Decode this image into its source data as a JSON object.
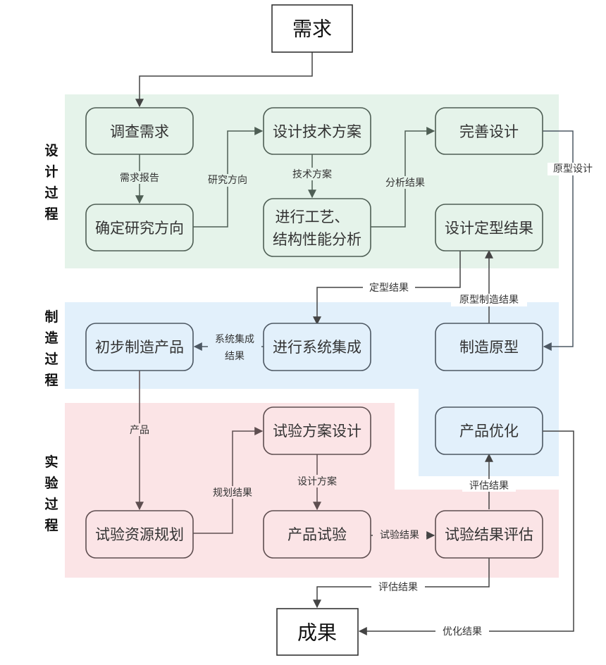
{
  "title": "产品研发流程图",
  "lanes": [
    {
      "id": "design",
      "label": [
        "设",
        "计",
        "过",
        "程"
      ],
      "color": "#e5f3ea"
    },
    {
      "id": "manufacturing",
      "label": [
        "制",
        "造",
        "过",
        "程"
      ],
      "color": "#e2f0fb"
    },
    {
      "id": "testing",
      "label": [
        "实",
        "验",
        "过",
        "程"
      ],
      "color": "#fbe4e6"
    }
  ],
  "terminals": {
    "start": "需求",
    "end": "成果"
  },
  "nodes": {
    "survey": "调查需求",
    "direction": "确定研究方向",
    "tech_plan": "设计技术方案",
    "analysis_1": "进行工艺、",
    "analysis_2": "结构性能分析",
    "refine": "完善设计",
    "finalize": "设计定型结果",
    "initial_mfg": "初步制造产品",
    "integration": "进行系统集成",
    "prototype": "制造原型",
    "optimize": "产品优化",
    "resource_plan": "试验资源规划",
    "test_design": "试验方案设计",
    "product_test": "产品试验",
    "evaluate": "试验结果评估"
  },
  "edges": {
    "req_report": "需求报告",
    "research_dir": "研究方向",
    "tech_scheme": "技术方案",
    "analysis_result": "分析结果",
    "proto_design": "原型设计",
    "final_result": "定型结果",
    "proto_mfg_result": "原型制造结果",
    "integration_result_1": "系统集成",
    "integration_result_2": "结果",
    "product": "产品",
    "plan_result": "规划结果",
    "design_scheme": "设计方案",
    "test_result": "试验结果",
    "eval_result_up": "评估结果",
    "eval_result_down": "评估结果",
    "opt_result": "优化结果"
  },
  "colors": {
    "design": "#e5f3ea",
    "manufacturing": "#e2f0fb",
    "testing": "#fbe4e6",
    "line": "#444444"
  }
}
